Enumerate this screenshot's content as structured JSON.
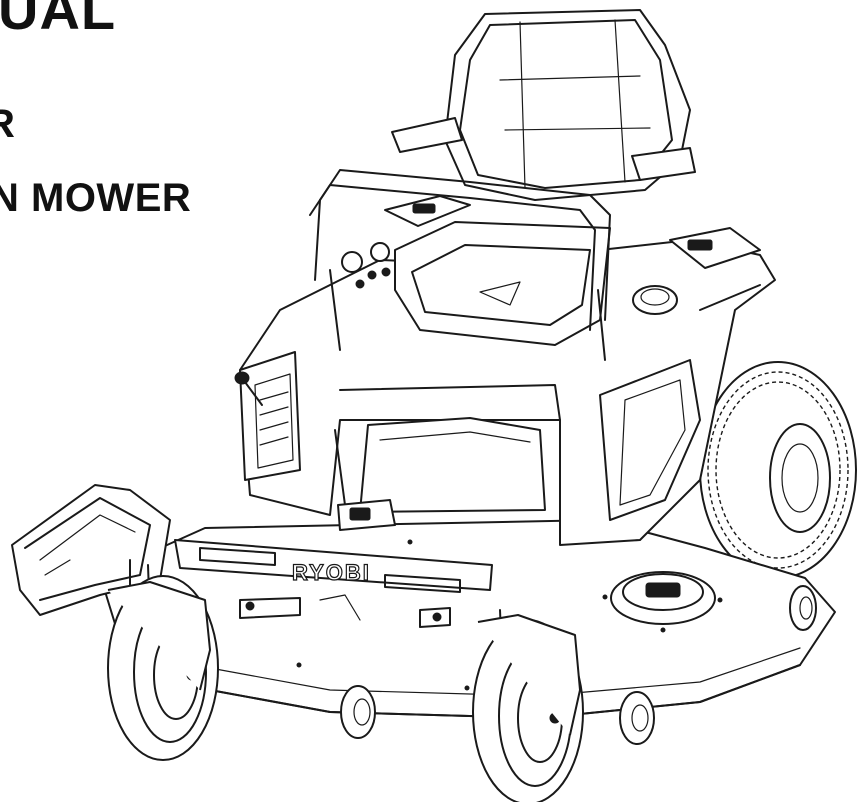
{
  "title_line_1": "UAL",
  "title_line_2": "R",
  "title_line_3": "N MOWER",
  "brand_logo": "RYOBI",
  "colors": {
    "ink": "#111111",
    "background": "#ffffff"
  }
}
